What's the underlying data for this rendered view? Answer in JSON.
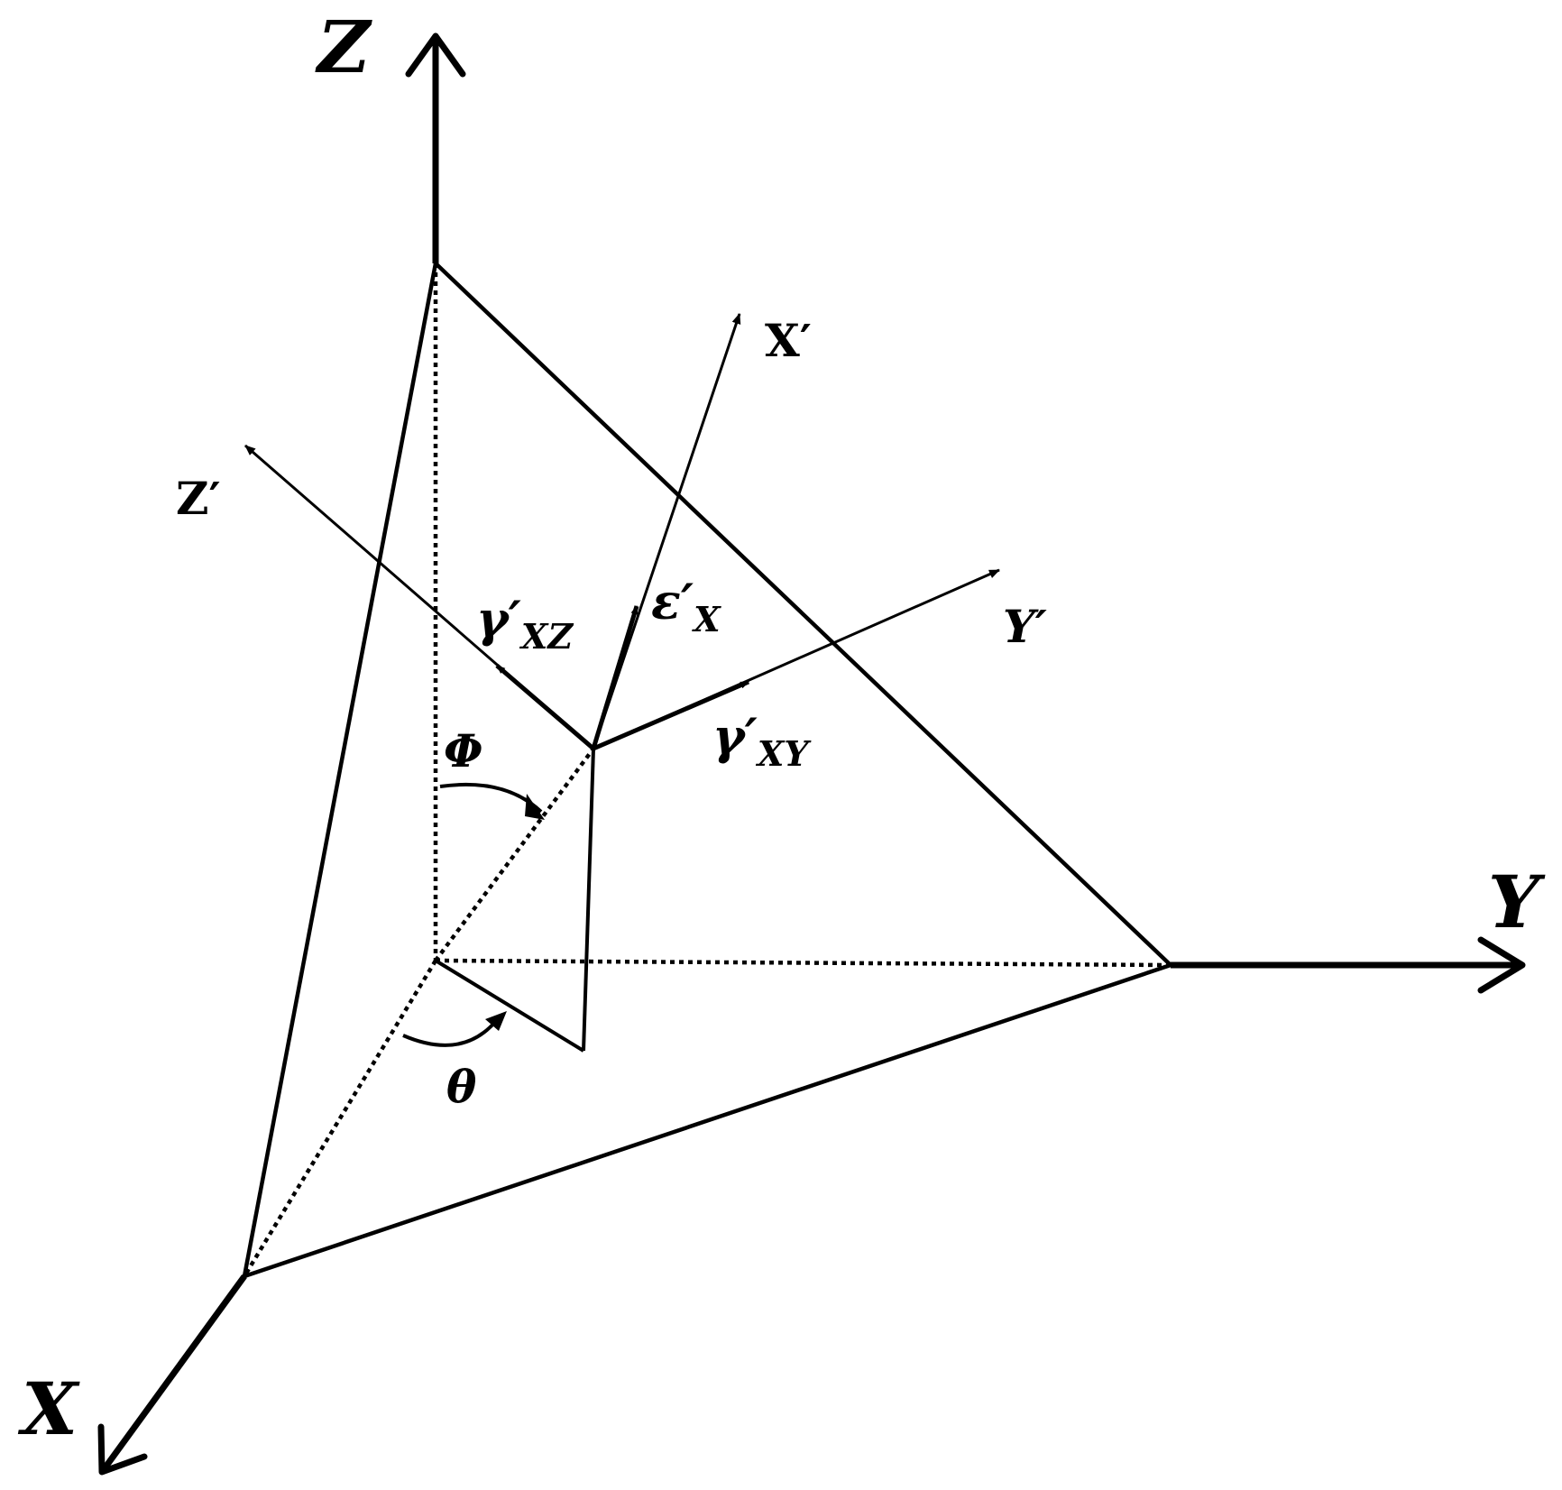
{
  "axes": {
    "global": {
      "z": "Z",
      "y": "Y",
      "x": "X"
    },
    "rotated": {
      "x_prime": "X′",
      "z_prime": "Z′",
      "y_prime": "Y′"
    }
  },
  "components": {
    "gamma_xz": {
      "symbol": "γ′",
      "subscript": "XZ"
    },
    "epsilon_x": {
      "symbol": "ε′",
      "subscript": "X"
    },
    "gamma_xy": {
      "symbol": "γ′",
      "subscript": "XY"
    }
  },
  "angles": {
    "phi": "Φ",
    "theta": "θ"
  },
  "colors": {
    "stroke": "#000000",
    "background": "#ffffff"
  }
}
